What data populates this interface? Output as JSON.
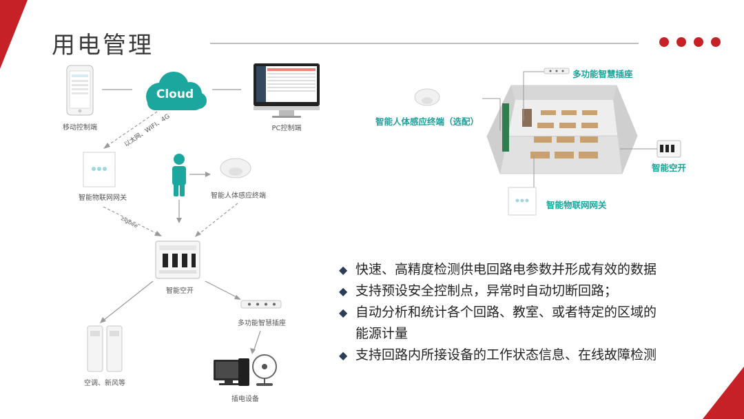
{
  "slide": {
    "title": "用电管理",
    "accent_color": "#c62127"
  },
  "diagram": {
    "cloud_label": "Cloud",
    "mobile_label": "移动控制端",
    "pc_label": "PC控制端",
    "network_label": "以太网、WIFI、4G",
    "gateway_label": "智能物联网网关",
    "sensor_label": "智能人体感应终端",
    "zigbee_label": "zigbee",
    "breaker_label": "智能空开",
    "ac_label": "空调、新风等",
    "socket_label": "多功能智慧插座",
    "appliance_label": "插电设备"
  },
  "room": {
    "socket_label": "多功能智慧插座",
    "sensor_label": "智能人体感应终端（选配）",
    "breaker_label": "智能空开",
    "gateway_label": "智能物联网网关",
    "label_color": "#1aa39a"
  },
  "bullets": [
    "快速、高精度检测供电回路电参数并形成有效的数据",
    "支持预设安全控制点，异常时自动切断回路；",
    "自动分析和统计各个回路、教室、或者特定的区域的",
    "能源计量",
    "支持回路内所接设备的工作状态信息、在线故障检测"
  ]
}
